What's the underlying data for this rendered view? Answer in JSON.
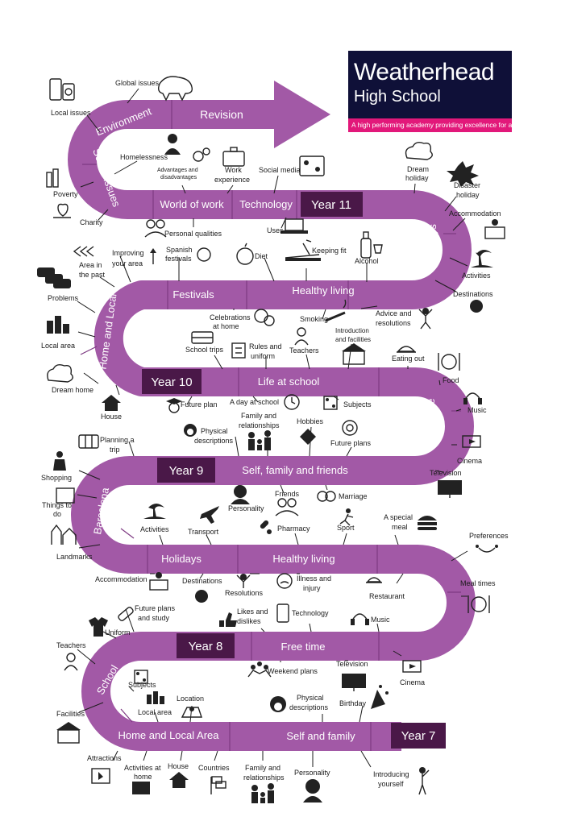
{
  "logo": {
    "name_line1": "Weatherhead",
    "name_line2": "High School",
    "tagline": "A high performing academy providing excellence for all"
  },
  "colors": {
    "road": "#a259a6",
    "road_dark": "#7e3a83",
    "year_box": "#4a1848",
    "logo_bg": "#0f1038",
    "logo_accent": "#e2187a"
  },
  "road": {
    "year11": "Year 11",
    "year10": "Year 10",
    "year9": "Year 9",
    "year8": "Year 8",
    "year7": "Year 7",
    "revision": "Revision",
    "environment": "Environment",
    "social_issues": "Social issues",
    "world_of_work": "World of work",
    "technology_y11": "Technology",
    "holidays_y11": "Holidays",
    "festivals": "Festivals",
    "healthy_living_y10": "Healthy living",
    "home_and_local_y10": "Home and Local",
    "life_at_school": "Life at school",
    "free_time_y10": "Free time",
    "self_family_friends": "Self, family and friends",
    "barcelona": "Barcelona",
    "holidays_y9": "Holidays",
    "healthy_living_y9": "Healthy living",
    "food": "Food",
    "free_time_y8": "Free time",
    "school": "School",
    "home_and_local_area": "Home and Local Area",
    "self_and_family": "Self and family"
  },
  "labels": {
    "global_issues": "Global issues",
    "local_issues": "Local issues",
    "homelessness": "Homelessness",
    "advantages_1": "Advantages and",
    "advantages_2": "disadvantages",
    "work_experience_1": "Work",
    "work_experience_2": "experience",
    "social_media": "Social media",
    "poverty": "Poverty",
    "charity": "Charity",
    "personal_qualities": "Personal qualities",
    "uses": "Uses",
    "dream_holiday_1": "Dream",
    "dream_holiday_2": "holiday",
    "disaster_holiday_1": "Disaster",
    "disaster_holiday_2": "holiday",
    "accommodation_y11": "Accommodation",
    "activities_y11": "Activities",
    "destinations_y11": "Destinations",
    "spanish_festivals_1": "Spanish",
    "spanish_festivals_2": "festivals",
    "improving_area_1": "Improving",
    "improving_area_2": "your area",
    "area_past_1": "Area in",
    "area_past_2": "the past",
    "problems": "Problems",
    "diet": "Diet",
    "keeping_fit": "Keeping fit",
    "alcohol": "Alcohol",
    "celebrations_1": "Celebrations",
    "celebrations_2": "at home",
    "smoking": "Smoking",
    "advice_1": "Advice and",
    "advice_2": "resolutions",
    "local_area_y10": "Local area",
    "introduction_1": "Introduction",
    "introduction_2": "and facilities",
    "school_trips": "School trips",
    "rules_1": "Rules and",
    "rules_2": "uniform",
    "teachers_y10": "Teachers",
    "eating_out": "Eating out",
    "food_y10": "Food",
    "dream_home": "Dream home",
    "house_y10": "House",
    "future_plan": "Future plan",
    "a_day_at_school": "A day at school",
    "subjects_y10": "Subjects",
    "music_y10": "Music",
    "family_rel_1_y9": "Family and",
    "family_rel_2_y9": "relationships",
    "physical_1_y9": "Physical",
    "physical_2_y9": "descriptions",
    "hobbies": "Hobbies",
    "future_plans": "Future plans",
    "cinema_y10": "Cinema",
    "planning_1": "Planning a",
    "planning_2": "trip",
    "television_y10": "Television",
    "shopping": "Shopping",
    "things_to_do_1": "Things to",
    "things_to_do_2": "do",
    "personality_y9": "Personality",
    "friends": "Friends",
    "marriage": "Marriage",
    "activities_y9": "Activities",
    "transport": "Transport",
    "pharmacy": "Pharmacy",
    "sport": "Sport",
    "special_meal_1": "A special",
    "special_meal_2": "meal",
    "preferences": "Preferences",
    "landmarks": "Landmarks",
    "accommodation_y9": "Accommodation",
    "destinations_y9": "Destinations",
    "resolutions_y9": "Resolutions",
    "illness_1": "Illness and",
    "illness_2": "injury",
    "restaurant": "Restaurant",
    "meal_times": "Meal times",
    "future_study_1": "Future plans",
    "future_study_2": "and study",
    "uniform_y8": "Uniform",
    "likes_1": "Likes and",
    "likes_2": "dislikes",
    "technology_y8": "Technology",
    "music_y8": "Music",
    "teachers_y8": "Teachers",
    "weekend_plans": "Weekend plans",
    "television_y8": "Television",
    "cinema_y8": "Cinema",
    "subjects_y8": "Subjects",
    "location": "Location",
    "local_area_y8": "Local area",
    "physical_1_y7": "Physical",
    "physical_2_y7": "descriptions",
    "birthday": "Birthday",
    "facilities": "Facilities",
    "attractions": "Attractions",
    "activities_home_1": "Activities at",
    "activities_home_2": "home",
    "house_y7": "House",
    "countries": "Countries",
    "family_rel_1_y7": "Family and",
    "family_rel_2_y7": "relationships",
    "personality_y7": "Personality",
    "introducing_1": "Introducing",
    "introducing_2": "yourself"
  }
}
